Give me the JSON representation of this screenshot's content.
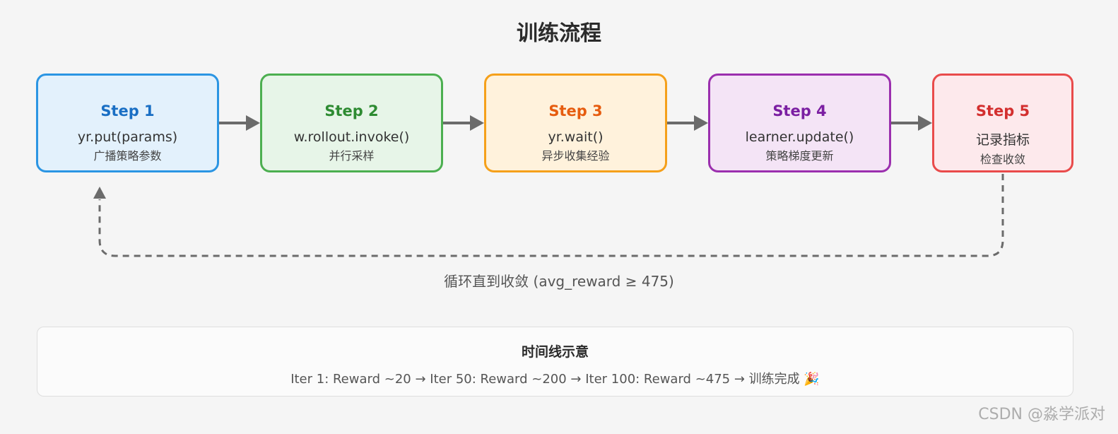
{
  "title": "训练流程",
  "steps": [
    {
      "label": "Step 1",
      "code": "yr.put(params)",
      "desc": "广播策略参数",
      "border": "#2b95e3",
      "bg": "#e3f1fc",
      "accent": "#1a6fc4"
    },
    {
      "label": "Step 2",
      "code": "w.rollout.invoke()",
      "desc": "并行采样",
      "border": "#4caf50",
      "bg": "#e7f5e8",
      "accent": "#2e8b32"
    },
    {
      "label": "Step 3",
      "code": "yr.wait()",
      "desc": "异步收集经验",
      "border": "#f5a01a",
      "bg": "#fff2dc",
      "accent": "#e65c0f"
    },
    {
      "label": "Step 4",
      "code": "learner.update()",
      "desc": "策略梯度更新",
      "border": "#9b2fae",
      "bg": "#f4e4f6",
      "accent": "#7b1fa2"
    },
    {
      "label": "Step 5",
      "code": "记录指标",
      "desc": "检查收敛",
      "border": "#e94b4b",
      "bg": "#fde9ec",
      "accent": "#d32f2f"
    }
  ],
  "loop_label": "循环直到收敛 (avg_reward ≥ 475)",
  "timeline": {
    "title": "时间线示意",
    "text": "Iter 1: Reward ~20 → Iter 50: Reward ~200 → Iter 100: Reward ~475 → 训练完成 🎉"
  },
  "watermark": "CSDN @淼学派对"
}
